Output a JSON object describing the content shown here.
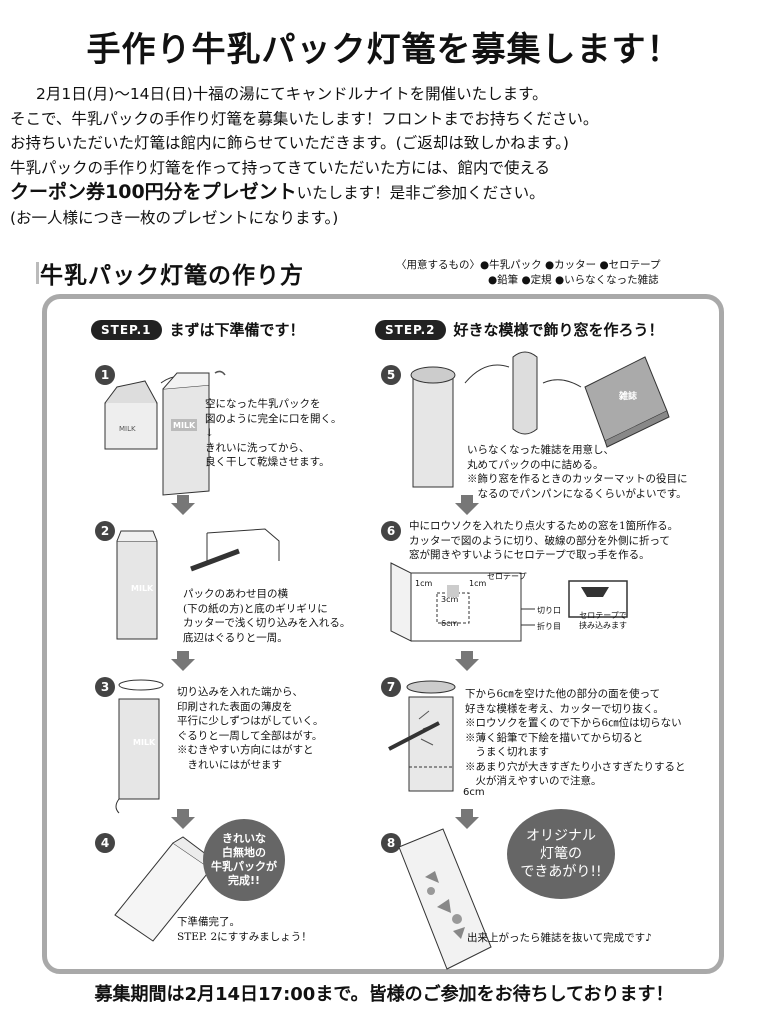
{
  "title": "手作り牛乳パック灯篭を募集します！",
  "intro": {
    "line1": "2月1日(月)～14日(日)十福の湯にてキャンドルナイトを開催いたします。",
    "line2": "そこで、牛乳パックの手作り灯篭を募集いたします！フロントまでお持ちください。",
    "line3": "お持ちいただいた灯篭は館内に飾らせていただきます。(ご返却は致しかねます。)",
    "line4": "牛乳パックの手作り灯篭を作って持ってきていただいた方には、館内で使える",
    "coupon": "クーポン券100円分をプレゼント",
    "line5_rest": "いたします！是非ご参加ください。",
    "line6": "(お一人様につき一枚のプレゼントになります。)"
  },
  "howto": {
    "title": "牛乳パック灯篭の作り方",
    "needs_row1": "〈用意するもの〉●牛乳パック ●カッター ●セロテープ",
    "needs_row2": "●鉛筆 ●定規 ●いらなくなった雑誌"
  },
  "step1": {
    "badge": "STEP.1",
    "text": "まずは下準備です！"
  },
  "step2": {
    "badge": "STEP.2",
    "text": "好きな模様で飾り窓を作ろう！"
  },
  "steps": {
    "n1": "1",
    "d1": [
      "空になった牛乳パックを",
      "図のように完全に口を開く。",
      "↓",
      "きれいに洗ってから、",
      "良く干して乾燥させます。"
    ],
    "n2": "2",
    "d2": [
      "パックのあわせ目の横",
      "(下の紙の方)と底のギリギリに",
      "カッターで浅く切り込みを入れる。",
      "底辺はぐるりと一周。"
    ],
    "n3": "3",
    "d3": [
      "切り込みを入れた端から、",
      "印刷された表面の薄皮を",
      "平行に少しずつはがしていく。",
      "ぐるりと一周して全部はがす。",
      "※むきやすい方向にはがすと",
      "　きれいにはがせます"
    ],
    "n4": "4",
    "bubble4": [
      "きれいな",
      "白無地の",
      "牛乳パックが",
      "完成!!"
    ],
    "d4": [
      "下準備完了。",
      "STEP. 2にすすみましょう！"
    ],
    "n5": "5",
    "d5": [
      "いらなくなった雑誌を用意し、",
      "丸めてパックの中に詰める。",
      "※飾り窓を作るときのカッターマットの役目に",
      "　なるのでパンパンになるくらいがよいです。"
    ],
    "n6": "6",
    "d6": [
      "中にロウソクを入れたり点火するための窓を1箇所作る。",
      "カッターで図のように切り、破線の部分を外側に折って",
      "窓が開きやすいようにセロテープで取っ手を作る。"
    ],
    "n7": "7",
    "d7": [
      "下から6㎝を空けた他の部分の面を使って",
      "好きな模様を考え、カッターで切り抜く。",
      "※ロウソクを置くので下から6㎝位は切らない",
      "※薄く鉛筆で下絵を描いてから切ると",
      "　うまく切れます",
      "※あまり穴が大きすぎたり小さすぎたりすると",
      "　火が消えやすいので注意。"
    ],
    "n8": "8",
    "bubble8": [
      "オリジナル",
      "灯篭の",
      "できあがり!!"
    ],
    "d8": [
      "出来上がったら雑誌を抜いて完成です♪"
    ]
  },
  "labels": {
    "milk": "MILK",
    "magazine": "雑誌",
    "tape": "セロテープ",
    "cm1a": "1cm",
    "cm1b": "1cm",
    "cm3": "3cm",
    "cm6": "6cm",
    "cut": "切り口",
    "fold": "折り目",
    "tape_note1": "セロテープで",
    "tape_note2": "挟み込みます",
    "cm6b": "6cm"
  },
  "footer": "募集期間は2月14日17:00まで。皆様のご参加をお待ちしております！"
}
